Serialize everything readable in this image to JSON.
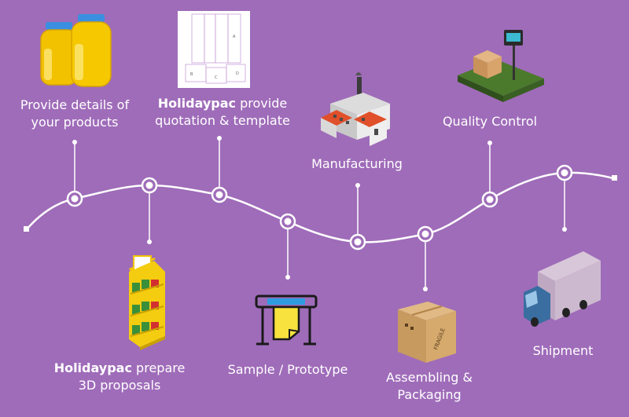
{
  "steps": [
    {
      "id": "details",
      "line1": "Provide details of",
      "line2": "your products",
      "icon": "bottles-icon"
    },
    {
      "id": "quotation",
      "brand": "Holidaypac",
      "line1_rest": " provide",
      "line2": "quotation & template",
      "icon": "template-icon"
    },
    {
      "id": "manufacturing",
      "line1": "Manufacturing",
      "icon": "factory-icon"
    },
    {
      "id": "quality",
      "line1": "Quality Control",
      "icon": "scale-icon"
    },
    {
      "id": "proposals",
      "brand": "Holidaypac",
      "line1_rest": " prepare",
      "line2": "3D proposals",
      "icon": "display-stand-icon"
    },
    {
      "id": "sample",
      "line1": "Sample / Prototype",
      "icon": "plotter-icon"
    },
    {
      "id": "assembling",
      "line1": "Assembling &",
      "line2": "Packaging",
      "icon": "box-icon"
    },
    {
      "id": "shipment",
      "line1": "Shipment",
      "icon": "truck-icon"
    }
  ],
  "template_letters": [
    "A",
    "B",
    "C",
    "D"
  ],
  "box_label": "FRAGILE",
  "colors": {
    "background": "#9f6cb9",
    "line": "#ffffff",
    "node_fill": "#9f6cb9",
    "bottle": "#f2c200",
    "lid": "#3a8fe0"
  }
}
